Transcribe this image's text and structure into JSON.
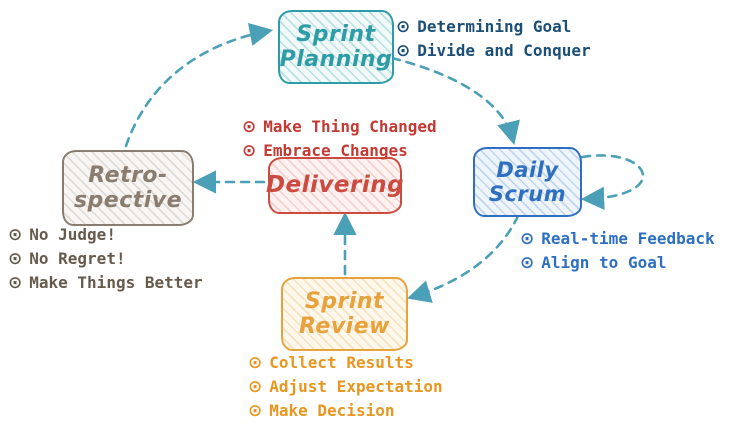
{
  "bullet_icon": "⊙",
  "colors": {
    "arrow": "#4ba0b8",
    "planning": "#2e9ca6",
    "planning_notes": "#1c4f77",
    "daily": "#2e6fc0",
    "daily_notes": "#2e6fc0",
    "delivering": "#cc4b41",
    "delivering_notes": "#c43a33",
    "review": "#e8a23c",
    "review_notes": "#e8961f",
    "retro": "#8a7d70",
    "retro_notes": "#665a4d"
  },
  "nodes": {
    "planning": {
      "label": "Sprint\nPlanning"
    },
    "daily": {
      "label": "Daily\nScrum"
    },
    "delivering": {
      "label": "Delivering"
    },
    "review": {
      "label": "Sprint\nReview"
    },
    "retro": {
      "label": "Retro-\nspective"
    }
  },
  "notes": {
    "planning": {
      "items": [
        "Determining Goal",
        "Divide and Conquer"
      ]
    },
    "delivering": {
      "items": [
        "Make Thing Changed",
        "Embrace Changes"
      ]
    },
    "daily": {
      "items": [
        "Real-time Feedback",
        "Align to Goal"
      ]
    },
    "retro": {
      "items": [
        "No Judge!",
        "No Regret!",
        "Make Things Better"
      ]
    },
    "review": {
      "items": [
        "Collect Results",
        "Adjust Expectation",
        "Make Decision"
      ]
    }
  }
}
